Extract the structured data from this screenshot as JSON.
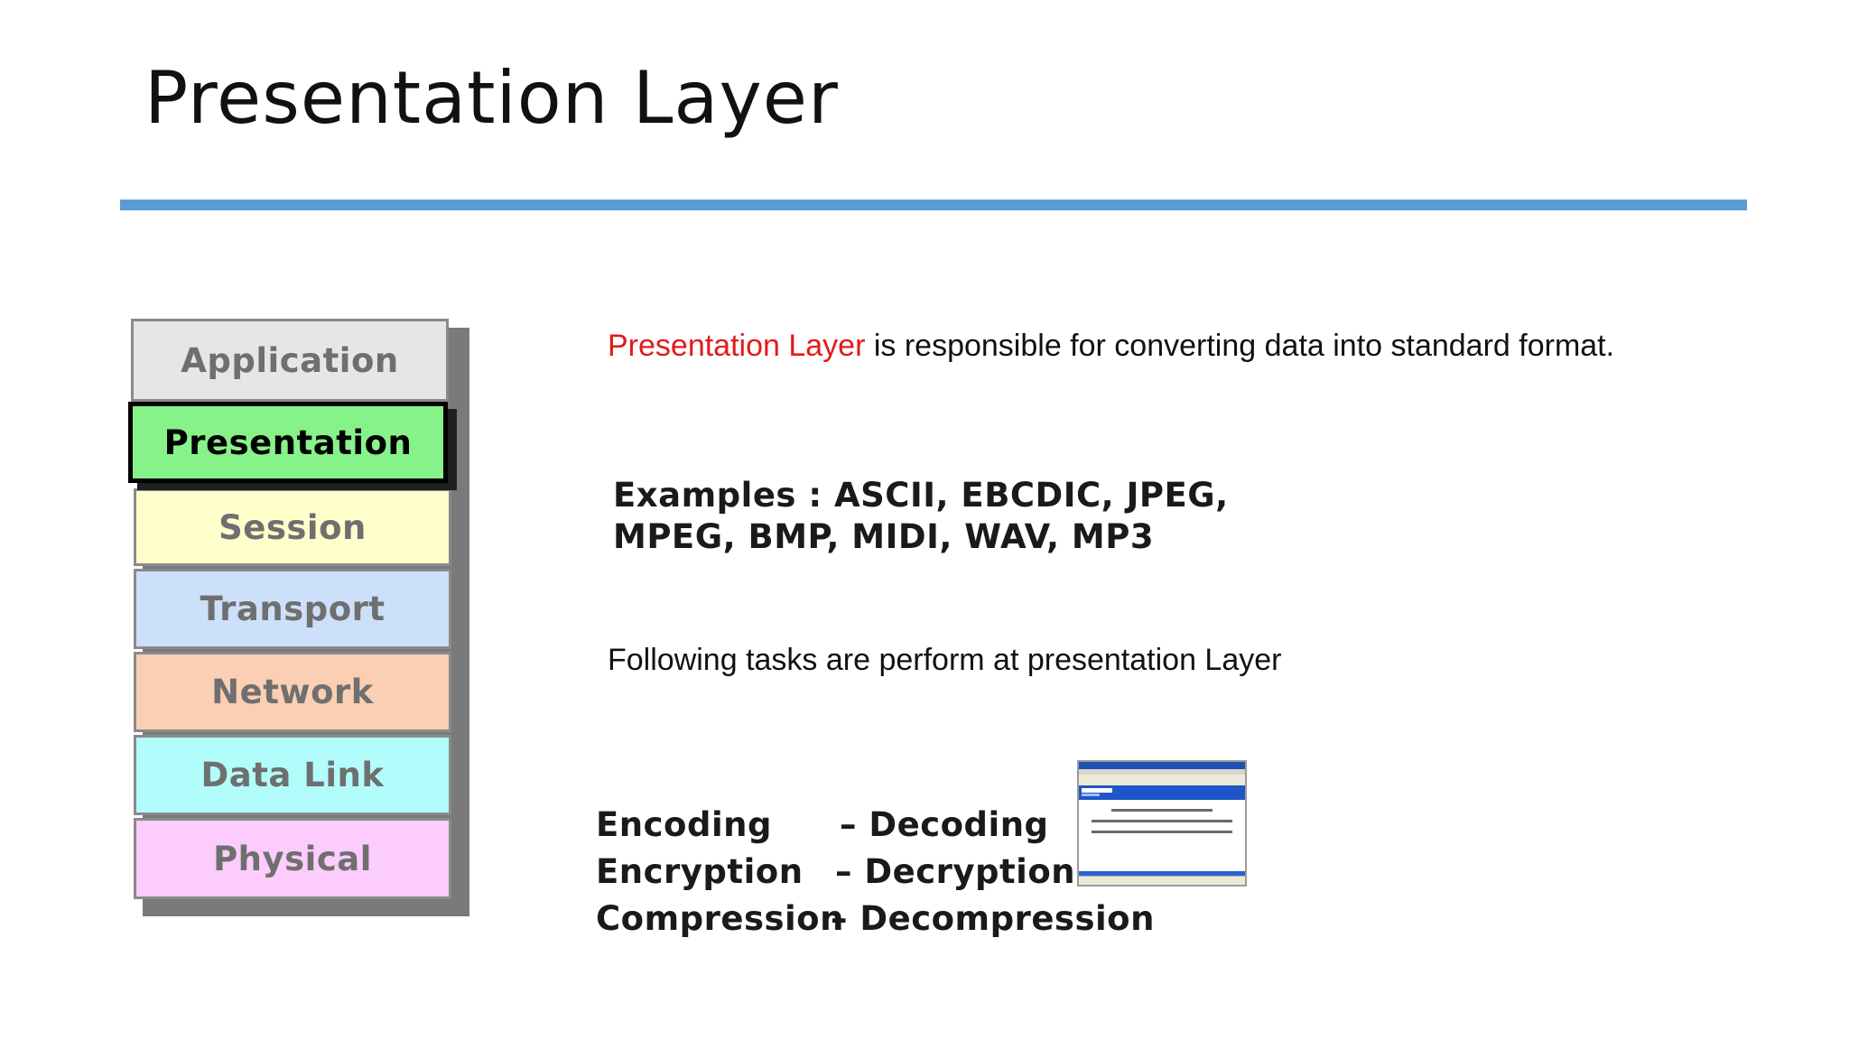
{
  "slide": {
    "title": "Presentation Layer"
  },
  "osi_stack": {
    "layers": [
      {
        "label": "Application",
        "color": "#e6e6e6"
      },
      {
        "label": "Presentation",
        "color": "#88f28a"
      },
      {
        "label": "Session",
        "color": "#ffffcc"
      },
      {
        "label": "Transport",
        "color": "#cce0fa"
      },
      {
        "label": "Network",
        "color": "#fbcfb3"
      },
      {
        "label": "Data Link",
        "color": "#b3fcfc"
      },
      {
        "label": "Physical",
        "color": "#fcccfc"
      }
    ],
    "active_layer": "Presentation"
  },
  "description": {
    "highlight": "Presentation Layer",
    "rest": " is responsible for converting data into standard format.",
    "highlight_color": "#e31b1b"
  },
  "examples": {
    "line1": "Examples : ASCII, EBCDIC, JPEG,",
    "line2": "MPEG, BMP, MIDI, WAV, MP3"
  },
  "tasks": {
    "heading": "Following tasks are perform at presentation Layer",
    "rows": [
      {
        "left": "Encoding",
        "right": "– Decoding"
      },
      {
        "left": "Encryption",
        "right": "– Decryption"
      },
      {
        "left": "Compression",
        "right": "– Decompression"
      }
    ]
  },
  "colors": {
    "rule": "#5b9bd5"
  }
}
